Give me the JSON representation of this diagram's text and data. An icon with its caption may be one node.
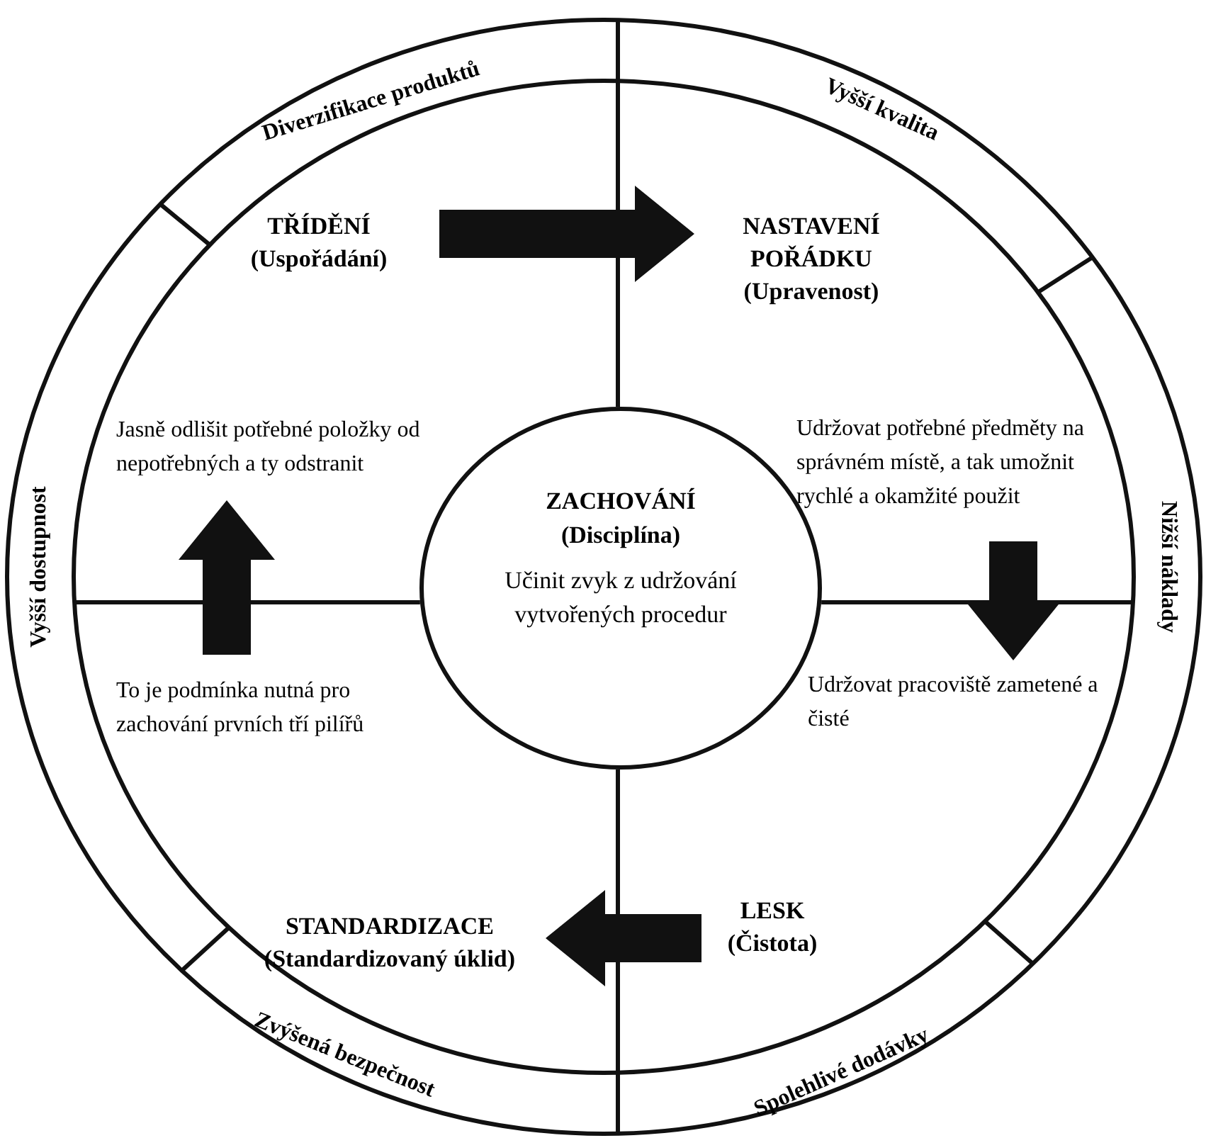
{
  "diagram": {
    "nodes": [
      {
        "text": [
          "TŘÍDĚNÍ",
          "(Uspořádání)"
        ]
      },
      {
        "text": [
          "NASTAVENÍ POŘÁDKU",
          "(Upravenost)"
        ]
      },
      {
        "text": [
          "Jasně odlišit potřebné položky od nepotřebných a ty odstranit"
        ]
      },
      {
        "text": [
          "Udržovat potřebné předměty na správném místě, a tak umožnit rychlé a okamžité použit"
        ]
      },
      {
        "text": [
          "ZACHOVÁNÍ",
          "(Disciplína)",
          "Učinit zvyk z udržování vytvořených procedur"
        ]
      },
      {
        "text": [
          "To je podmínka nutná pro zachování prvních tří pilířů"
        ]
      },
      {
        "text": [
          "Udržovat pracoviště zametené a čisté"
        ]
      },
      {
        "text": [
          "STANDARDIZACE",
          "(Standardizovaný úklid)"
        ]
      },
      {
        "text": [
          "LESK",
          "(Čistota)"
        ]
      }
    ],
    "edges": [
      {
        "from": 0,
        "to": 1,
        "arrow": "to"
      },
      {
        "from": 3,
        "to": 6,
        "arrow": "to"
      },
      {
        "from": 8,
        "to": 7,
        "arrow": "to"
      },
      {
        "from": 5,
        "to": 2,
        "arrow": "to"
      }
    ],
    "labels": [
      "Diverzifikace produktů",
      "Vyšší kvalita",
      "Vyšší dostupnost",
      "Nižší náklady",
      "Zvýšená bezpečnost",
      "Spolehlivé dodávky"
    ]
  }
}
